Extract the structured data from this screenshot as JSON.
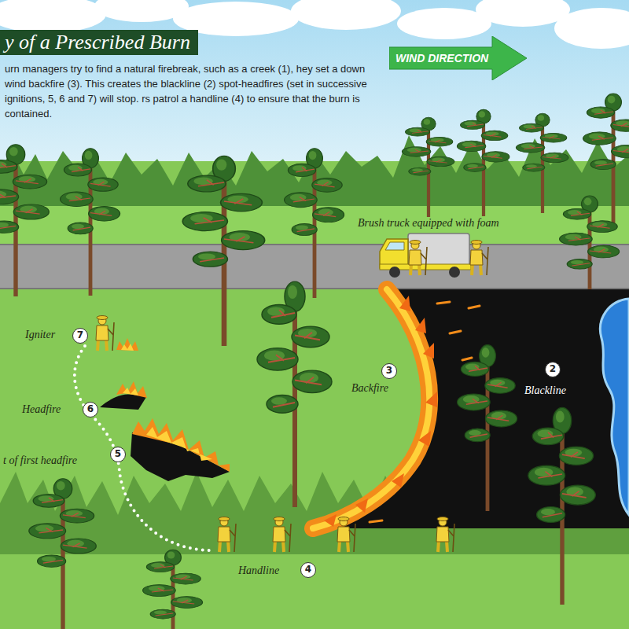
{
  "diagram": {
    "title": "y of a Prescribed Burn",
    "nodes": [
      {
        "text": [
          "WIND DIRECTION"
        ]
      }
    ],
    "labels": [
      "urn managers try to find a natural firebreak, such as a creek (1), hey set a down wind backfire (3). This creates the blackline (2) spot-headfires (set in successive ignitions, 5, 6 and 7) will stop. rs patrol a handline (4) to ensure that the burn is contained.",
      "Brush truck equipped with foam",
      "Igniter",
      "7",
      "Headfire",
      "6",
      "t of first headfire",
      "5",
      "3",
      "Backfire",
      "2",
      "Blackline",
      "Handline",
      "4"
    ]
  }
}
